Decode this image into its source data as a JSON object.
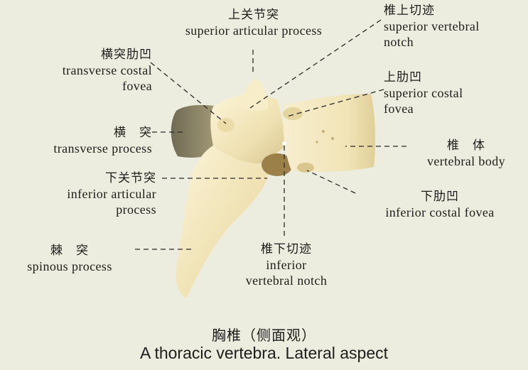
{
  "labels": {
    "superior_articular_process": {
      "zh": "上关节突",
      "en": "superior articular process"
    },
    "superior_vertebral_notch": {
      "zh": "椎上切迹",
      "en_1": "superior vertebral",
      "en_2": "notch"
    },
    "transverse_costal_fovea": {
      "zh": "横突肋凹",
      "en_1": "transverse costal",
      "en_2": "fovea"
    },
    "superior_costal_fovea": {
      "zh": "上肋凹",
      "en_1": "superior costal",
      "en_2": "fovea"
    },
    "transverse_process": {
      "zh": "横　突",
      "en": "transverse process"
    },
    "vertebral_body": {
      "zh": "椎　体",
      "en": "vertebral body"
    },
    "inferior_articular_process": {
      "zh": "下关节突",
      "en_1": "inferior articular",
      "en_2": "process"
    },
    "inferior_costal_fovea": {
      "zh": "下肋凹",
      "en": "inferior costal fovea"
    },
    "inferior_vertebral_notch": {
      "zh": "椎下切迹",
      "en_1": "inferior",
      "en_2": "vertebral notch"
    },
    "spinous_process": {
      "zh": "棘　突",
      "en": "spinous process"
    }
  },
  "caption": {
    "zh": "胸椎（侧面观）",
    "en": "A thoracic vertebra. Lateral aspect"
  },
  "colors": {
    "background": "#ecedde",
    "bone": "#f3e9c4",
    "bone_shadow": "#c9b98a",
    "leader_line": "#2a2a2a"
  }
}
